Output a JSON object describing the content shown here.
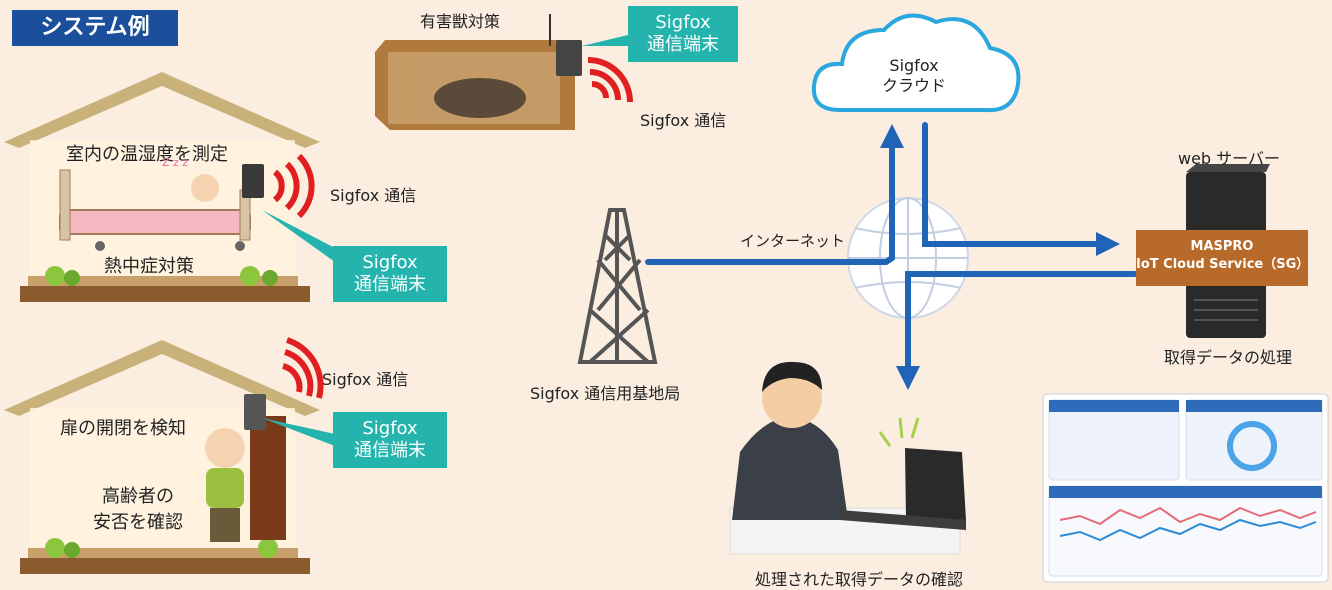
{
  "title": "システム例",
  "house1": {
    "measure_label": "室内の温湿度を測定",
    "signal_label": "Sigfox 通信",
    "device_label_line1": "Sigfox",
    "device_label_line2": "通信端末",
    "caption": "熱中症対策",
    "sleep_text": "Z z z"
  },
  "house2": {
    "detect_label": "扉の開閉を検知",
    "signal_label": "Sigfox 通信",
    "device_label_line1": "Sigfox",
    "device_label_line2": "通信端末",
    "caption_line1": "高齢者の",
    "caption_line2": "安否を確認"
  },
  "cage": {
    "caption": "有害獣対策",
    "device_label_line1": "Sigfox",
    "device_label_line2": "通信端末",
    "signal_label": "Sigfox 通信"
  },
  "cloud": {
    "line1": "Sigfox",
    "line2": "クラウド"
  },
  "internet_label": "インターネット",
  "base_station_label": "Sigfox 通信用基地局",
  "server": {
    "caption": "web サーバー",
    "name_line1": "MASPRO",
    "name_line2": "IoT Cloud Service（SG）",
    "process_label": "取得データの処理"
  },
  "user_caption": "処理された取得データの確認",
  "colors": {
    "background": "#fbeee1",
    "title_bg": "#1b4f9c",
    "teal": "#24b3ad",
    "line_blue": "#2064b8",
    "signal_red": "#e02020",
    "server_band": "#b86a2a"
  }
}
